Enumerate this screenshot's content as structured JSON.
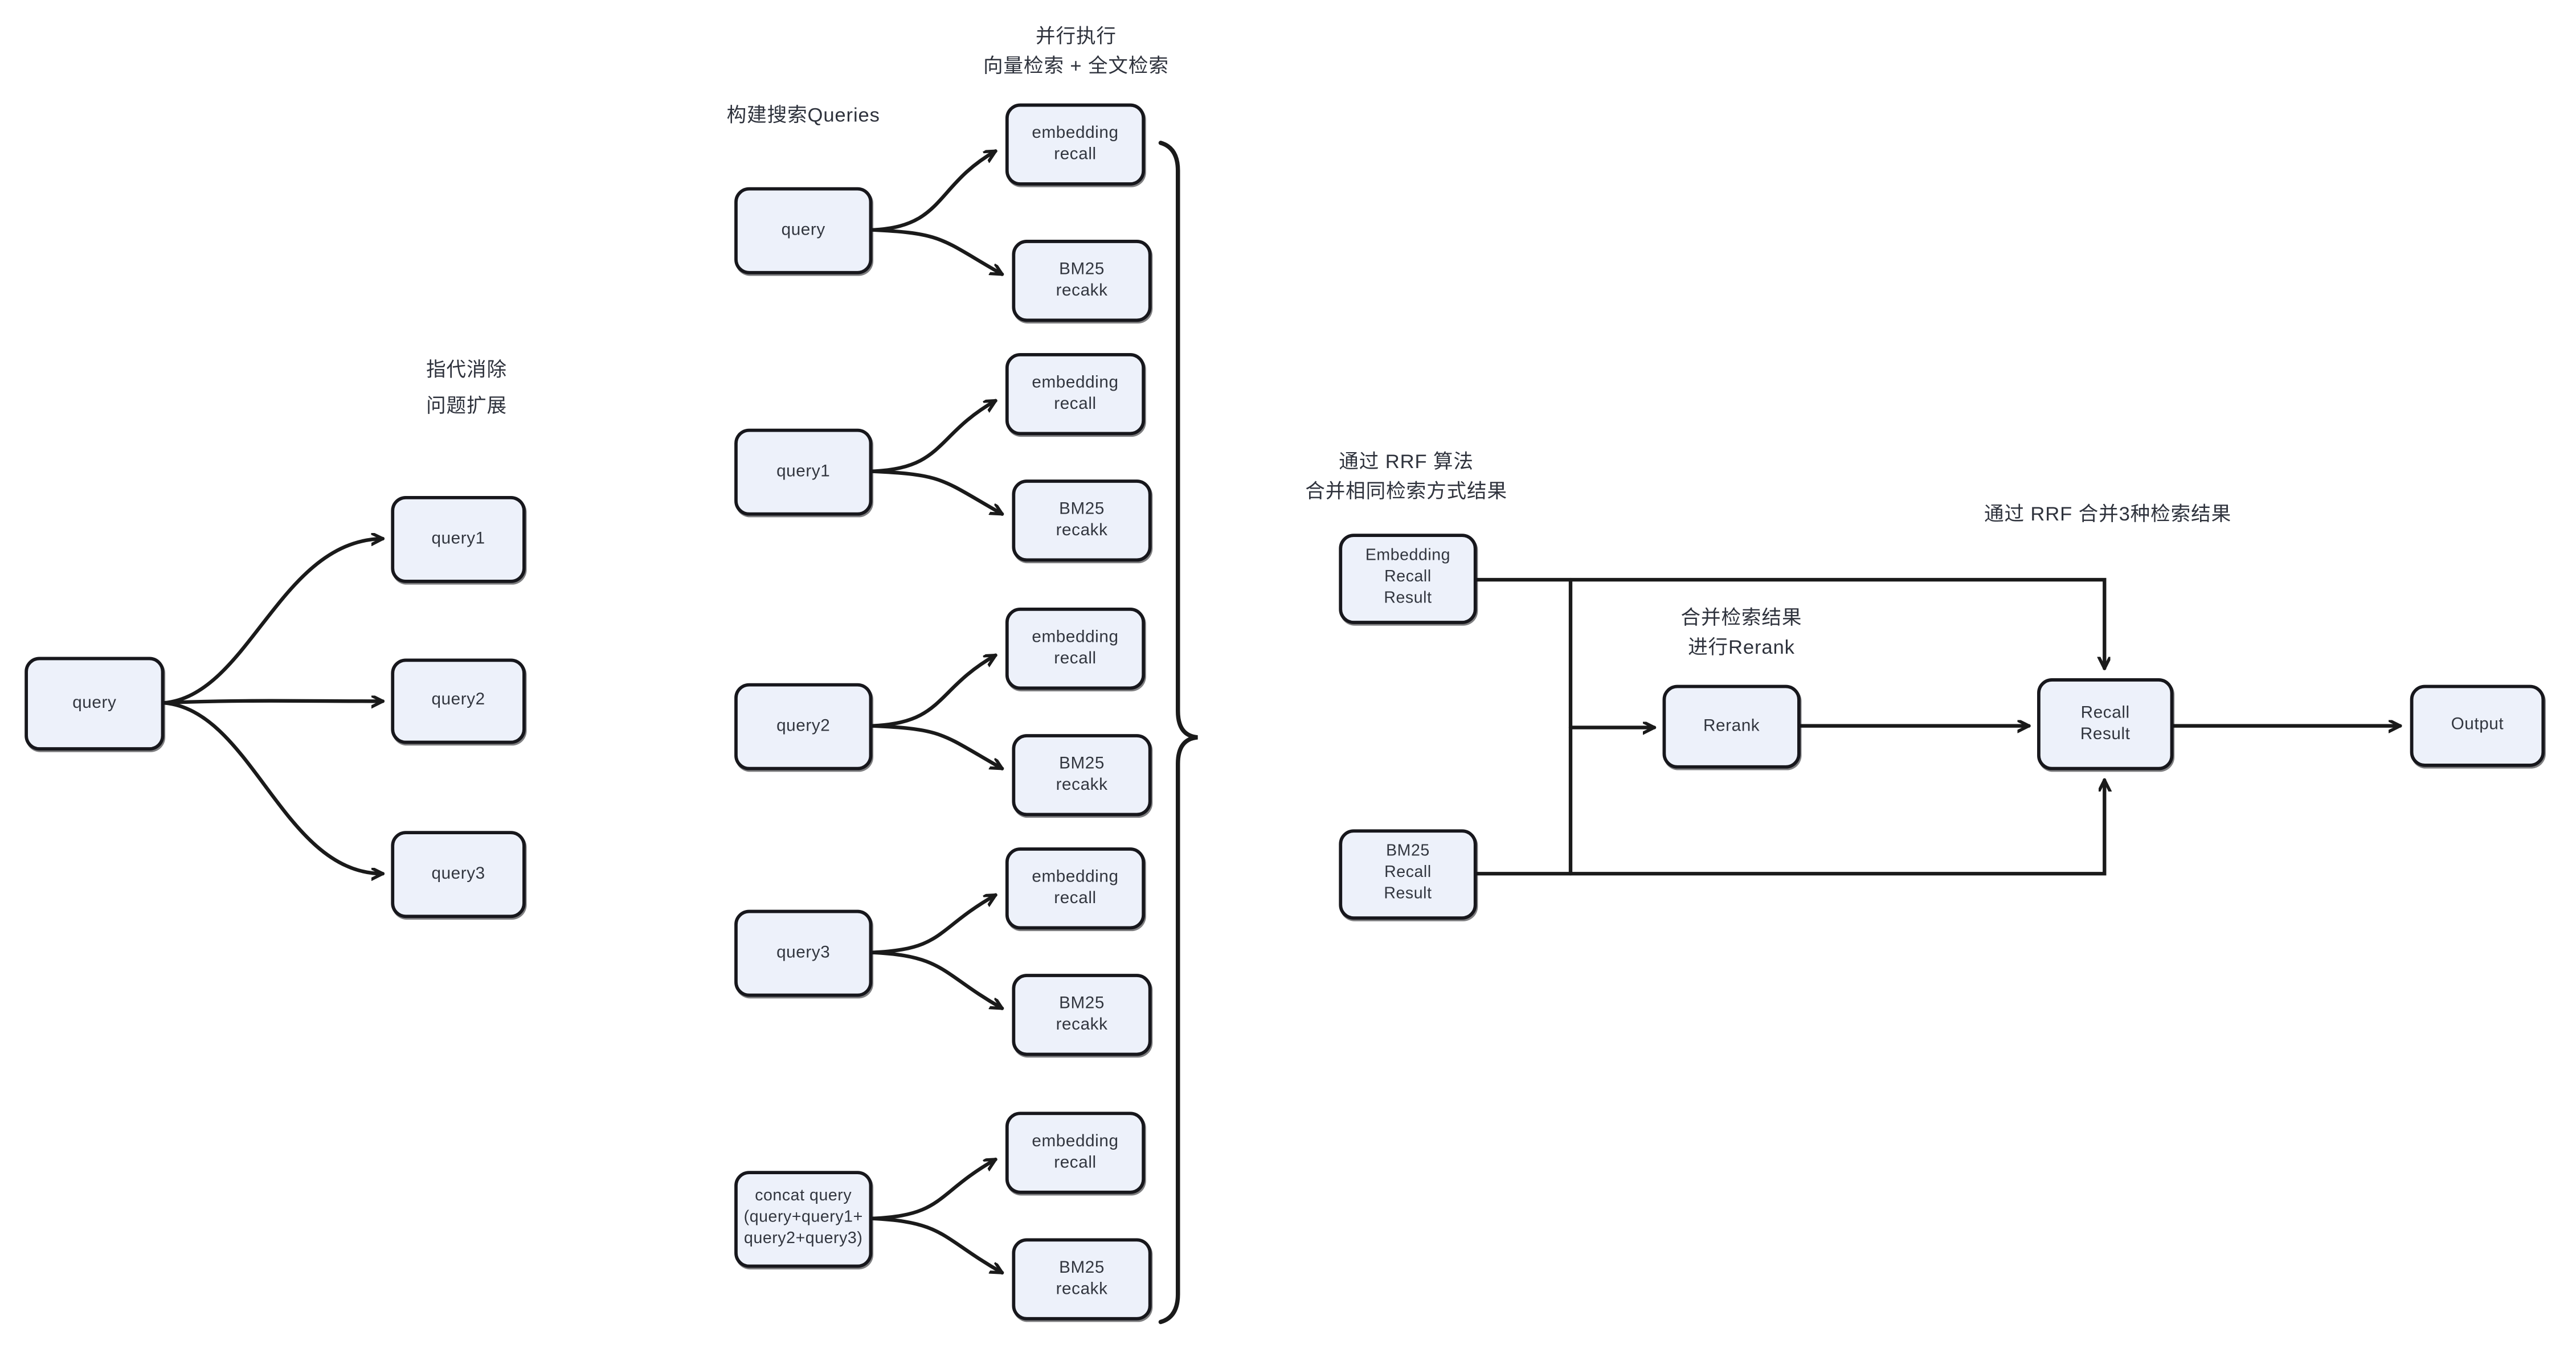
{
  "notes": {
    "coref": "指代消除\n问题扩展",
    "build_queries": "构建搜索Queries",
    "parallel": "并行执行\n向量检索 + 全文检索",
    "rrf_same": "通过 RRF 算法\n合并相同检索方式结果",
    "merge_rerank": "合并检索结果\n进行Rerank",
    "rrf_three": "通过 RRF 合并3种检索结果"
  },
  "nodes": {
    "query": "query",
    "query1": "query1",
    "query2": "query2",
    "query3": "query3",
    "concat_query": "concat query\n(query+query1+\nquery2+query3)",
    "embedding_recall": "embedding\nrecall",
    "bm25_recall": "BM25\nrecakk",
    "embedding_recall_result": "Embedding\nRecall\nResult",
    "bm25_recall_result": "BM25\nRecall\nResult",
    "rerank": "Rerank",
    "recall_result": "Recall\nResult",
    "output": "Output"
  },
  "colors": {
    "node_fill": "#edf1fa",
    "stroke": "#1a1a1a",
    "text": "#32363f"
  }
}
